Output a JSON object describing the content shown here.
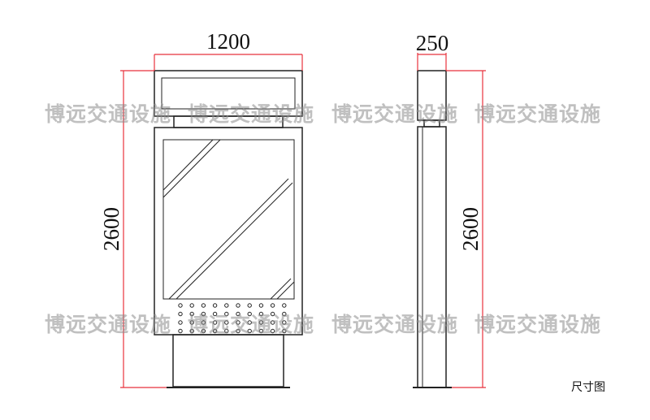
{
  "dimensions": {
    "front_width": "1200",
    "front_height": "2600",
    "side_width": "250",
    "side_height": "2600"
  },
  "watermark": "博远交通设施",
  "caption": "尺寸图",
  "colors": {
    "dimension_line": "#e8323c",
    "outline": "#222222",
    "watermark": "#8c8c8c"
  }
}
